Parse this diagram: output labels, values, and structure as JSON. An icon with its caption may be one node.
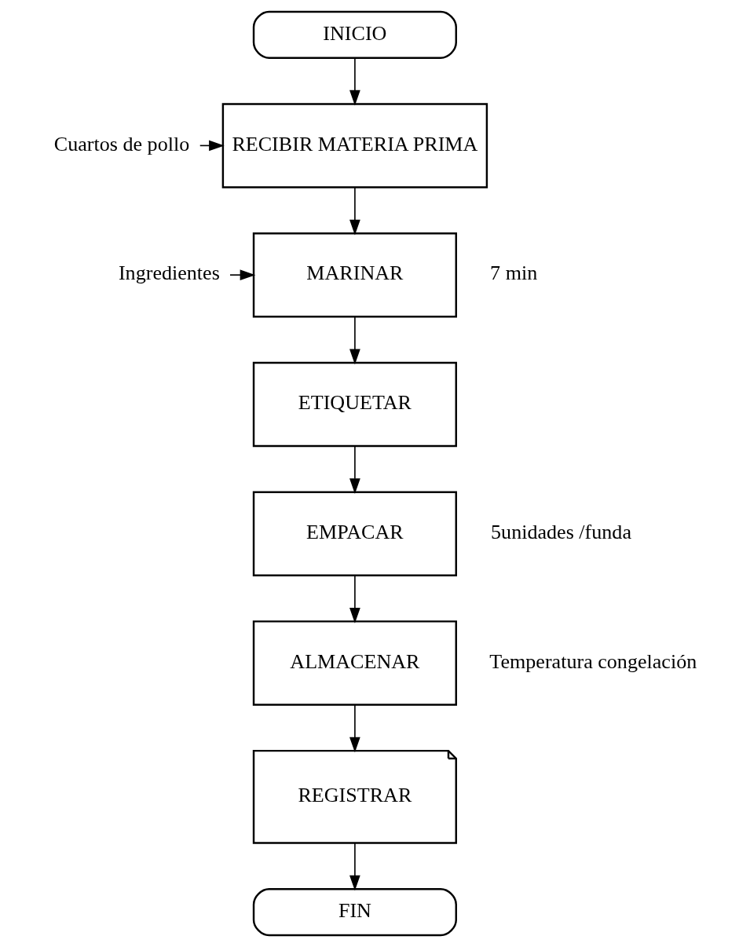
{
  "diagram": {
    "nodes": [
      {
        "text": [
          "INICIO"
        ]
      },
      {
        "text": [
          "Cuartos de pollo"
        ]
      },
      {
        "text": [
          "RECIBIR MATERIA PRIMA"
        ]
      },
      {
        "text": [
          "Ingredientes"
        ]
      },
      {
        "text": [
          "MARINAR"
        ],
        "beside": [
          "7 min"
        ]
      },
      {
        "text": [
          "ETIQUETAR"
        ]
      },
      {
        "text": [
          "EMPACAR"
        ],
        "beside": [
          "5unidades /funda"
        ]
      },
      {
        "text": [
          "ALMACENAR"
        ],
        "beside": [
          "Temperatura congelación"
        ]
      },
      {
        "text": [
          "REGISTRAR"
        ]
      },
      {
        "text": [
          "FIN"
        ]
      }
    ],
    "edges": [
      {
        "from": 0,
        "to": 2,
        "arrow": "to"
      },
      {
        "from": 1,
        "to": 2,
        "arrow": "to"
      },
      {
        "from": 2,
        "to": 4,
        "arrow": "to"
      },
      {
        "from": 3,
        "to": 4,
        "arrow": "to"
      },
      {
        "from": 4,
        "to": 5,
        "arrow": "to"
      },
      {
        "from": 5,
        "to": 6,
        "arrow": "to"
      },
      {
        "from": 6,
        "to": 7,
        "arrow": "to"
      },
      {
        "from": 7,
        "to": 8,
        "arrow": "to"
      },
      {
        "from": 8,
        "to": 9,
        "arrow": "to"
      }
    ]
  }
}
